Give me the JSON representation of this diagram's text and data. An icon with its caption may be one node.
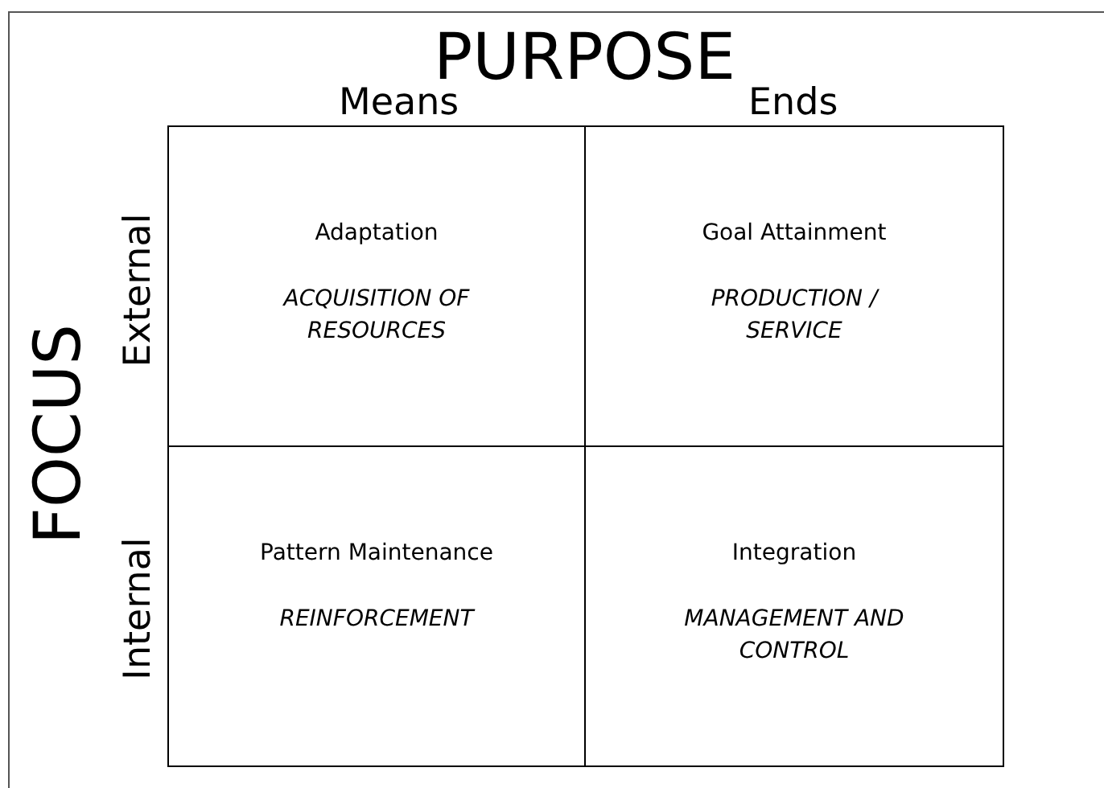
{
  "diagram": {
    "nodes": [
      {
        "text": [
          "Adaptation",
          "ACQUISITION OF RESOURCES"
        ]
      },
      {
        "text": [
          "Goal Attainment",
          "PRODUCTION / SERVICE"
        ]
      },
      {
        "text": [
          "Pattern Maintenance",
          "REINFORCEMENT"
        ]
      },
      {
        "text": [
          "Integration",
          "MANAGEMENT AND CONTROL"
        ]
      }
    ],
    "labels": [
      "PURPOSE",
      "Means",
      "Ends",
      "FOCUS",
      "External",
      "Internal"
    ]
  }
}
